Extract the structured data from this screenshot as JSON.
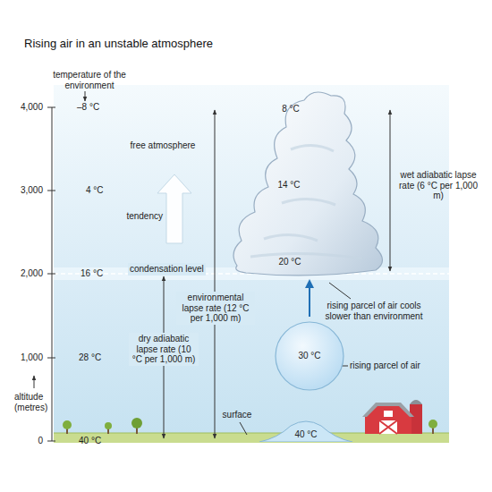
{
  "diagram": {
    "title": "Rising air in an unstable atmosphere",
    "nodes": [
      {
        "text": [
          "8 °C",
          "14 °C",
          "20 °C"
        ]
      },
      {
        "text": [
          "30 °C"
        ]
      },
      {
        "text": [
          "40 °C"
        ]
      }
    ],
    "edges": [
      {
        "from": 1,
        "to": 0,
        "arrow": "to"
      }
    ],
    "labels": [
      "temperature of the environment",
      "4,000",
      "–8 °C",
      "free atmosphere",
      "3,000",
      "4 °C",
      "tendency",
      "2,000",
      "16 °C",
      "condensation level",
      "environmental lapse rate (12 °C per 1,000 m)",
      "dry adiabatic lapse rate (10 °C per 1,000 m)",
      "1,000",
      "28 °C",
      "altitude (metres)",
      "0",
      "40 °C",
      "surface",
      "wet adiabatic lapse rate (6 °C per 1,000 m)",
      "rising parcel of air cools slower than environment",
      "rising parcel of air"
    ]
  }
}
